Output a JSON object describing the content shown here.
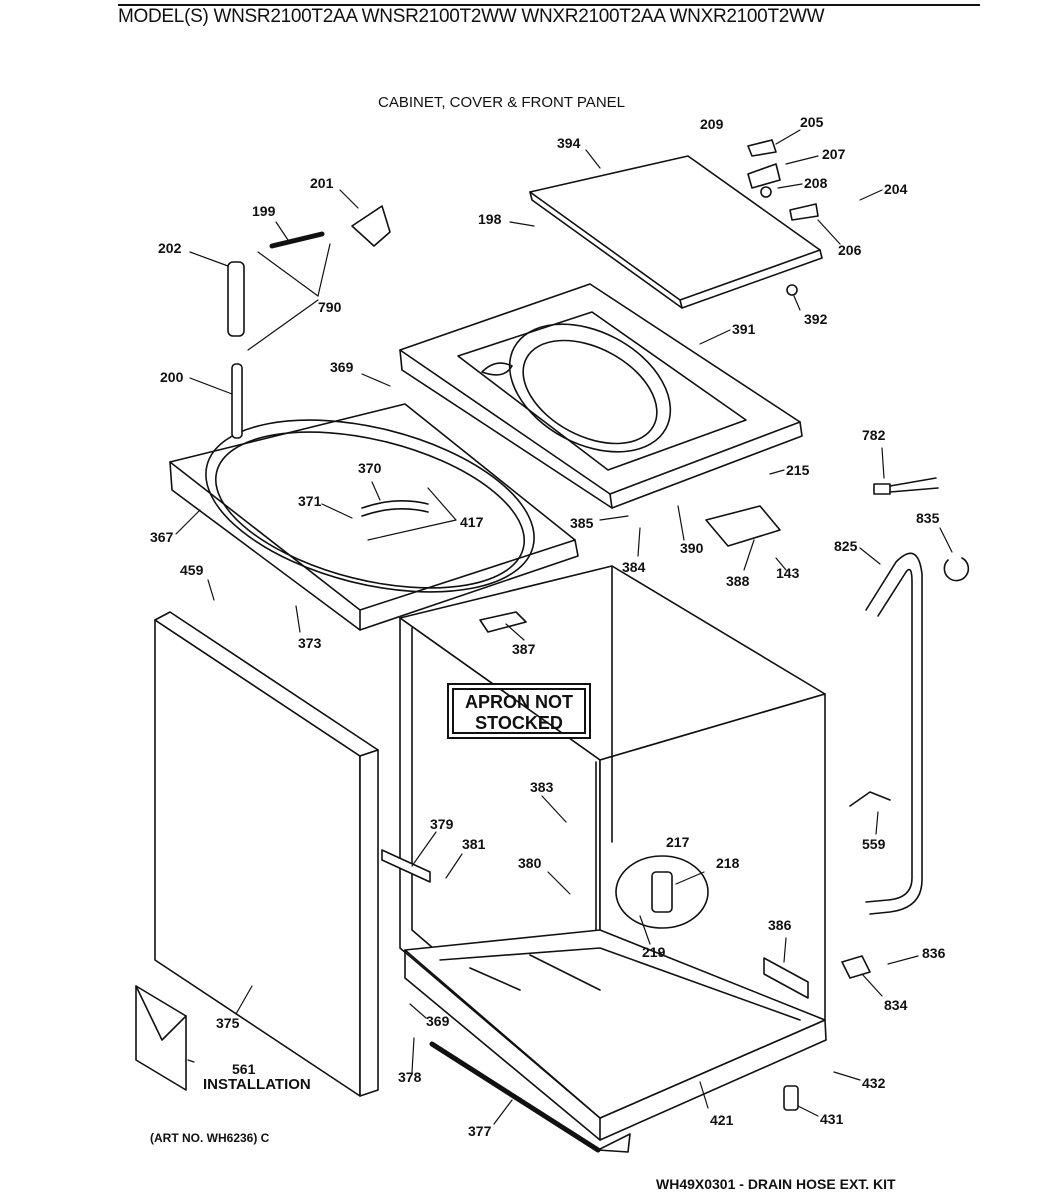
{
  "header": {
    "models": "MODEL(S) WNSR2100T2AA  WNSR2100T2WW  WNXR2100T2AA  WNXR2100T2WW"
  },
  "section_title": "CABINET, COVER & FRONT PANEL",
  "apron_note": {
    "line1": "APRON NOT",
    "line2": "STOCKED"
  },
  "installation_label": "INSTALLATION",
  "art_number": "(ART NO. WH6236) C",
  "kit_note": "WH49X0301 - DRAIN HOSE EXT. KIT",
  "parts": {
    "p209": "209",
    "p205": "205",
    "p207": "207",
    "p208": "208",
    "p204": "204",
    "p206": "206",
    "p394": "394",
    "p198": "198",
    "p392": "392",
    "p391": "391",
    "p201": "201",
    "p199": "199",
    "p202": "202",
    "p790": "790",
    "p200": "200",
    "p369a": "369",
    "p370": "370",
    "p371": "371",
    "p417": "417",
    "p367": "367",
    "p782": "782",
    "p215": "215",
    "p835": "835",
    "p825": "825",
    "p385": "385",
    "p390": "390",
    "p384": "384",
    "p388": "388",
    "p143": "143",
    "p459": "459",
    "p373": "373",
    "p387": "387",
    "p383": "383",
    "p379": "379",
    "p381": "381",
    "p380": "380",
    "p217": "217",
    "p218": "218",
    "p219": "219",
    "p559": "559",
    "p386": "386",
    "p836": "836",
    "p834": "834",
    "p375": "375",
    "p369b": "369",
    "p561": "561",
    "p378": "378",
    "p432": "432",
    "p421": "421",
    "p431": "431",
    "p377": "377"
  }
}
